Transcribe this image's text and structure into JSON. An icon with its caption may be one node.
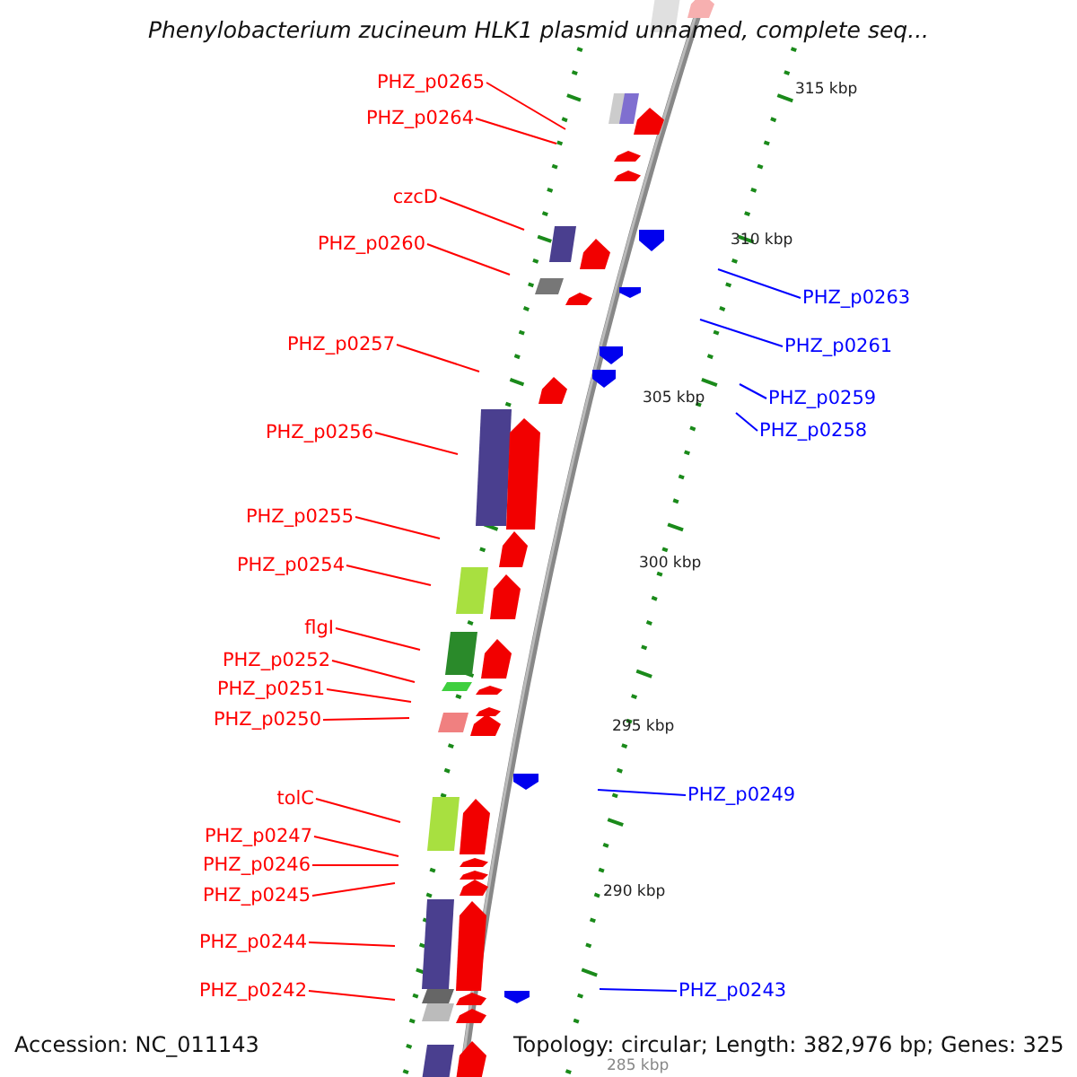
{
  "diagram": {
    "title": "Phenylobacterium zucineum HLK1 plasmid unnamed, complete seq...",
    "nodes": [
      {
        "text": [
          "PHZ_p0265"
        ]
      },
      {
        "text": [
          "PHZ_p0264"
        ]
      },
      {
        "text": [
          "czcD"
        ]
      },
      {
        "text": [
          "PHZ_p0260"
        ]
      },
      {
        "text": [
          "PHZ_p0263"
        ]
      },
      {
        "text": [
          "PHZ_p0257"
        ]
      },
      {
        "text": [
          "PHZ_p0261"
        ]
      },
      {
        "text": [
          "PHZ_p0259"
        ]
      },
      {
        "text": [
          "PHZ_p0256"
        ]
      },
      {
        "text": [
          "PHZ_p0258"
        ]
      },
      {
        "text": [
          "PHZ_p0255"
        ]
      },
      {
        "text": [
          "PHZ_p0254"
        ]
      },
      {
        "text": [
          "flgI"
        ]
      },
      {
        "text": [
          "PHZ_p0252"
        ]
      },
      {
        "text": [
          "PHZ_p0251"
        ]
      },
      {
        "text": [
          "PHZ_p0250"
        ]
      },
      {
        "text": [
          "PHZ_p0249"
        ]
      },
      {
        "text": [
          "tolC"
        ]
      },
      {
        "text": [
          "PHZ_p0247"
        ]
      },
      {
        "text": [
          "PHZ_p0246"
        ]
      },
      {
        "text": [
          "PHZ_p0245"
        ]
      },
      {
        "text": [
          "PHZ_p0244"
        ]
      },
      {
        "text": [
          "PHZ_p0242"
        ]
      },
      {
        "text": [
          "PHZ_p0243"
        ]
      }
    ],
    "edges": [
      {
        "from": 0,
        "to": null,
        "arrow": "none"
      },
      {
        "from": 1,
        "to": null,
        "arrow": "none"
      },
      {
        "from": 2,
        "to": null,
        "arrow": "none"
      },
      {
        "from": 3,
        "to": null,
        "arrow": "none"
      },
      {
        "from": 4,
        "to": null,
        "arrow": "none",
        "color": "#0000ff"
      },
      {
        "from": 5,
        "to": null,
        "arrow": "none"
      },
      {
        "from": 6,
        "to": null,
        "arrow": "none",
        "color": "#0000ff"
      },
      {
        "from": 7,
        "to": null,
        "arrow": "none",
        "color": "#0000ff"
      },
      {
        "from": 8,
        "to": null,
        "arrow": "none"
      },
      {
        "from": 9,
        "to": null,
        "arrow": "none",
        "color": "#0000ff"
      },
      {
        "from": 10,
        "to": null,
        "arrow": "none"
      },
      {
        "from": 11,
        "to": null,
        "arrow": "none"
      },
      {
        "from": 12,
        "to": null,
        "arrow": "none"
      },
      {
        "from": 13,
        "to": null,
        "arrow": "none"
      },
      {
        "from": 14,
        "to": null,
        "arrow": "none"
      },
      {
        "from": 15,
        "to": null,
        "arrow": "none"
      },
      {
        "from": 16,
        "to": null,
        "arrow": "none",
        "color": "#0000ff"
      },
      {
        "from": 17,
        "to": null,
        "arrow": "none"
      },
      {
        "from": 18,
        "to": null,
        "arrow": "none"
      },
      {
        "from": 19,
        "to": null,
        "arrow": "none"
      },
      {
        "from": 20,
        "to": null,
        "arrow": "none"
      },
      {
        "from": 21,
        "to": null,
        "arrow": "none"
      },
      {
        "from": 22,
        "to": null,
        "arrow": "none"
      },
      {
        "from": 23,
        "to": null,
        "arrow": "none",
        "color": "#0000ff"
      }
    ],
    "labels": [
      "315 kbp",
      "310 kbp",
      "305 kbp",
      "300 kbp",
      "295 kbp",
      "290 kbp",
      "Accession: NC_011143",
      "Topology: circular; Length: 382,976 bp; Genes: 325",
      "285 kbp"
    ]
  }
}
